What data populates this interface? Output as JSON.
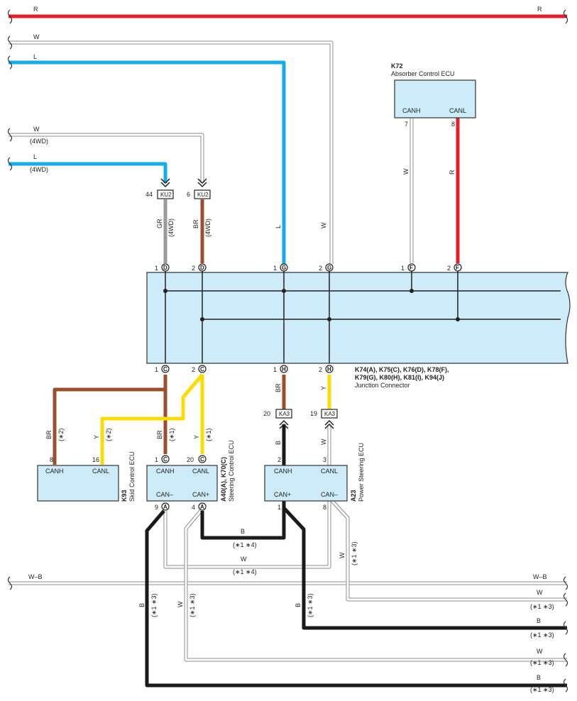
{
  "colors": {
    "R": "#e3202a",
    "L": "#16aee6",
    "W_outer": "#8c8c8c",
    "BR": "#9c4f2c",
    "GR": "#9a9a9a",
    "Y": "#ffdc00",
    "B": "#1a1a1a",
    "box_fill": "#cdebf8"
  },
  "wires": {
    "R": "R",
    "W": "W",
    "L": "L",
    "GR": "GR",
    "BR": "BR",
    "Y": "Y",
    "B": "B",
    "WB": "W–B",
    "fwd": "(4WD)",
    "n1": "(∗1)",
    "n2": "(∗2)",
    "n13": "(∗1 ∗3)",
    "n14": "(∗1 ∗4)"
  },
  "connectors": {
    "KU2": "KU2",
    "KA3": "KA3"
  },
  "pins": {
    "p1": "1",
    "p2": "2",
    "p3": "3",
    "p4": "4",
    "p6": "6",
    "p7": "7",
    "p8": "8",
    "p9": "9",
    "p16": "16",
    "p19": "19",
    "p20": "20",
    "p44": "44"
  },
  "letters": {
    "A": "A",
    "C": "C",
    "D": "D",
    "F": "F",
    "G": "G",
    "H": "H"
  },
  "k72": {
    "id": "K72",
    "name": "Absorber Control ECU",
    "canh": "CANH",
    "canl": "CANL"
  },
  "jc": {
    "ids_line1": "K74(A), K75(C), K76(D), K78(F),",
    "ids_line2": "K79(G), K80(H), K81(I), K94(J)",
    "name": "Junction Connector"
  },
  "k93": {
    "id": "K93",
    "name": "Skid Control ECU",
    "canh": "CANH",
    "canl": "CANL"
  },
  "a40": {
    "id": "A40(A), K70(C)",
    "name": "Steering Control ECU",
    "canh": "CANH",
    "canl": "CANL",
    "canminus": "CAN–",
    "canplus": "CAN+"
  },
  "a23": {
    "id": "A23",
    "name": "Power Steering ECU",
    "canh": "CANH",
    "canl": "CANL",
    "canplus": "CAN+",
    "canminus": "CAN–"
  }
}
